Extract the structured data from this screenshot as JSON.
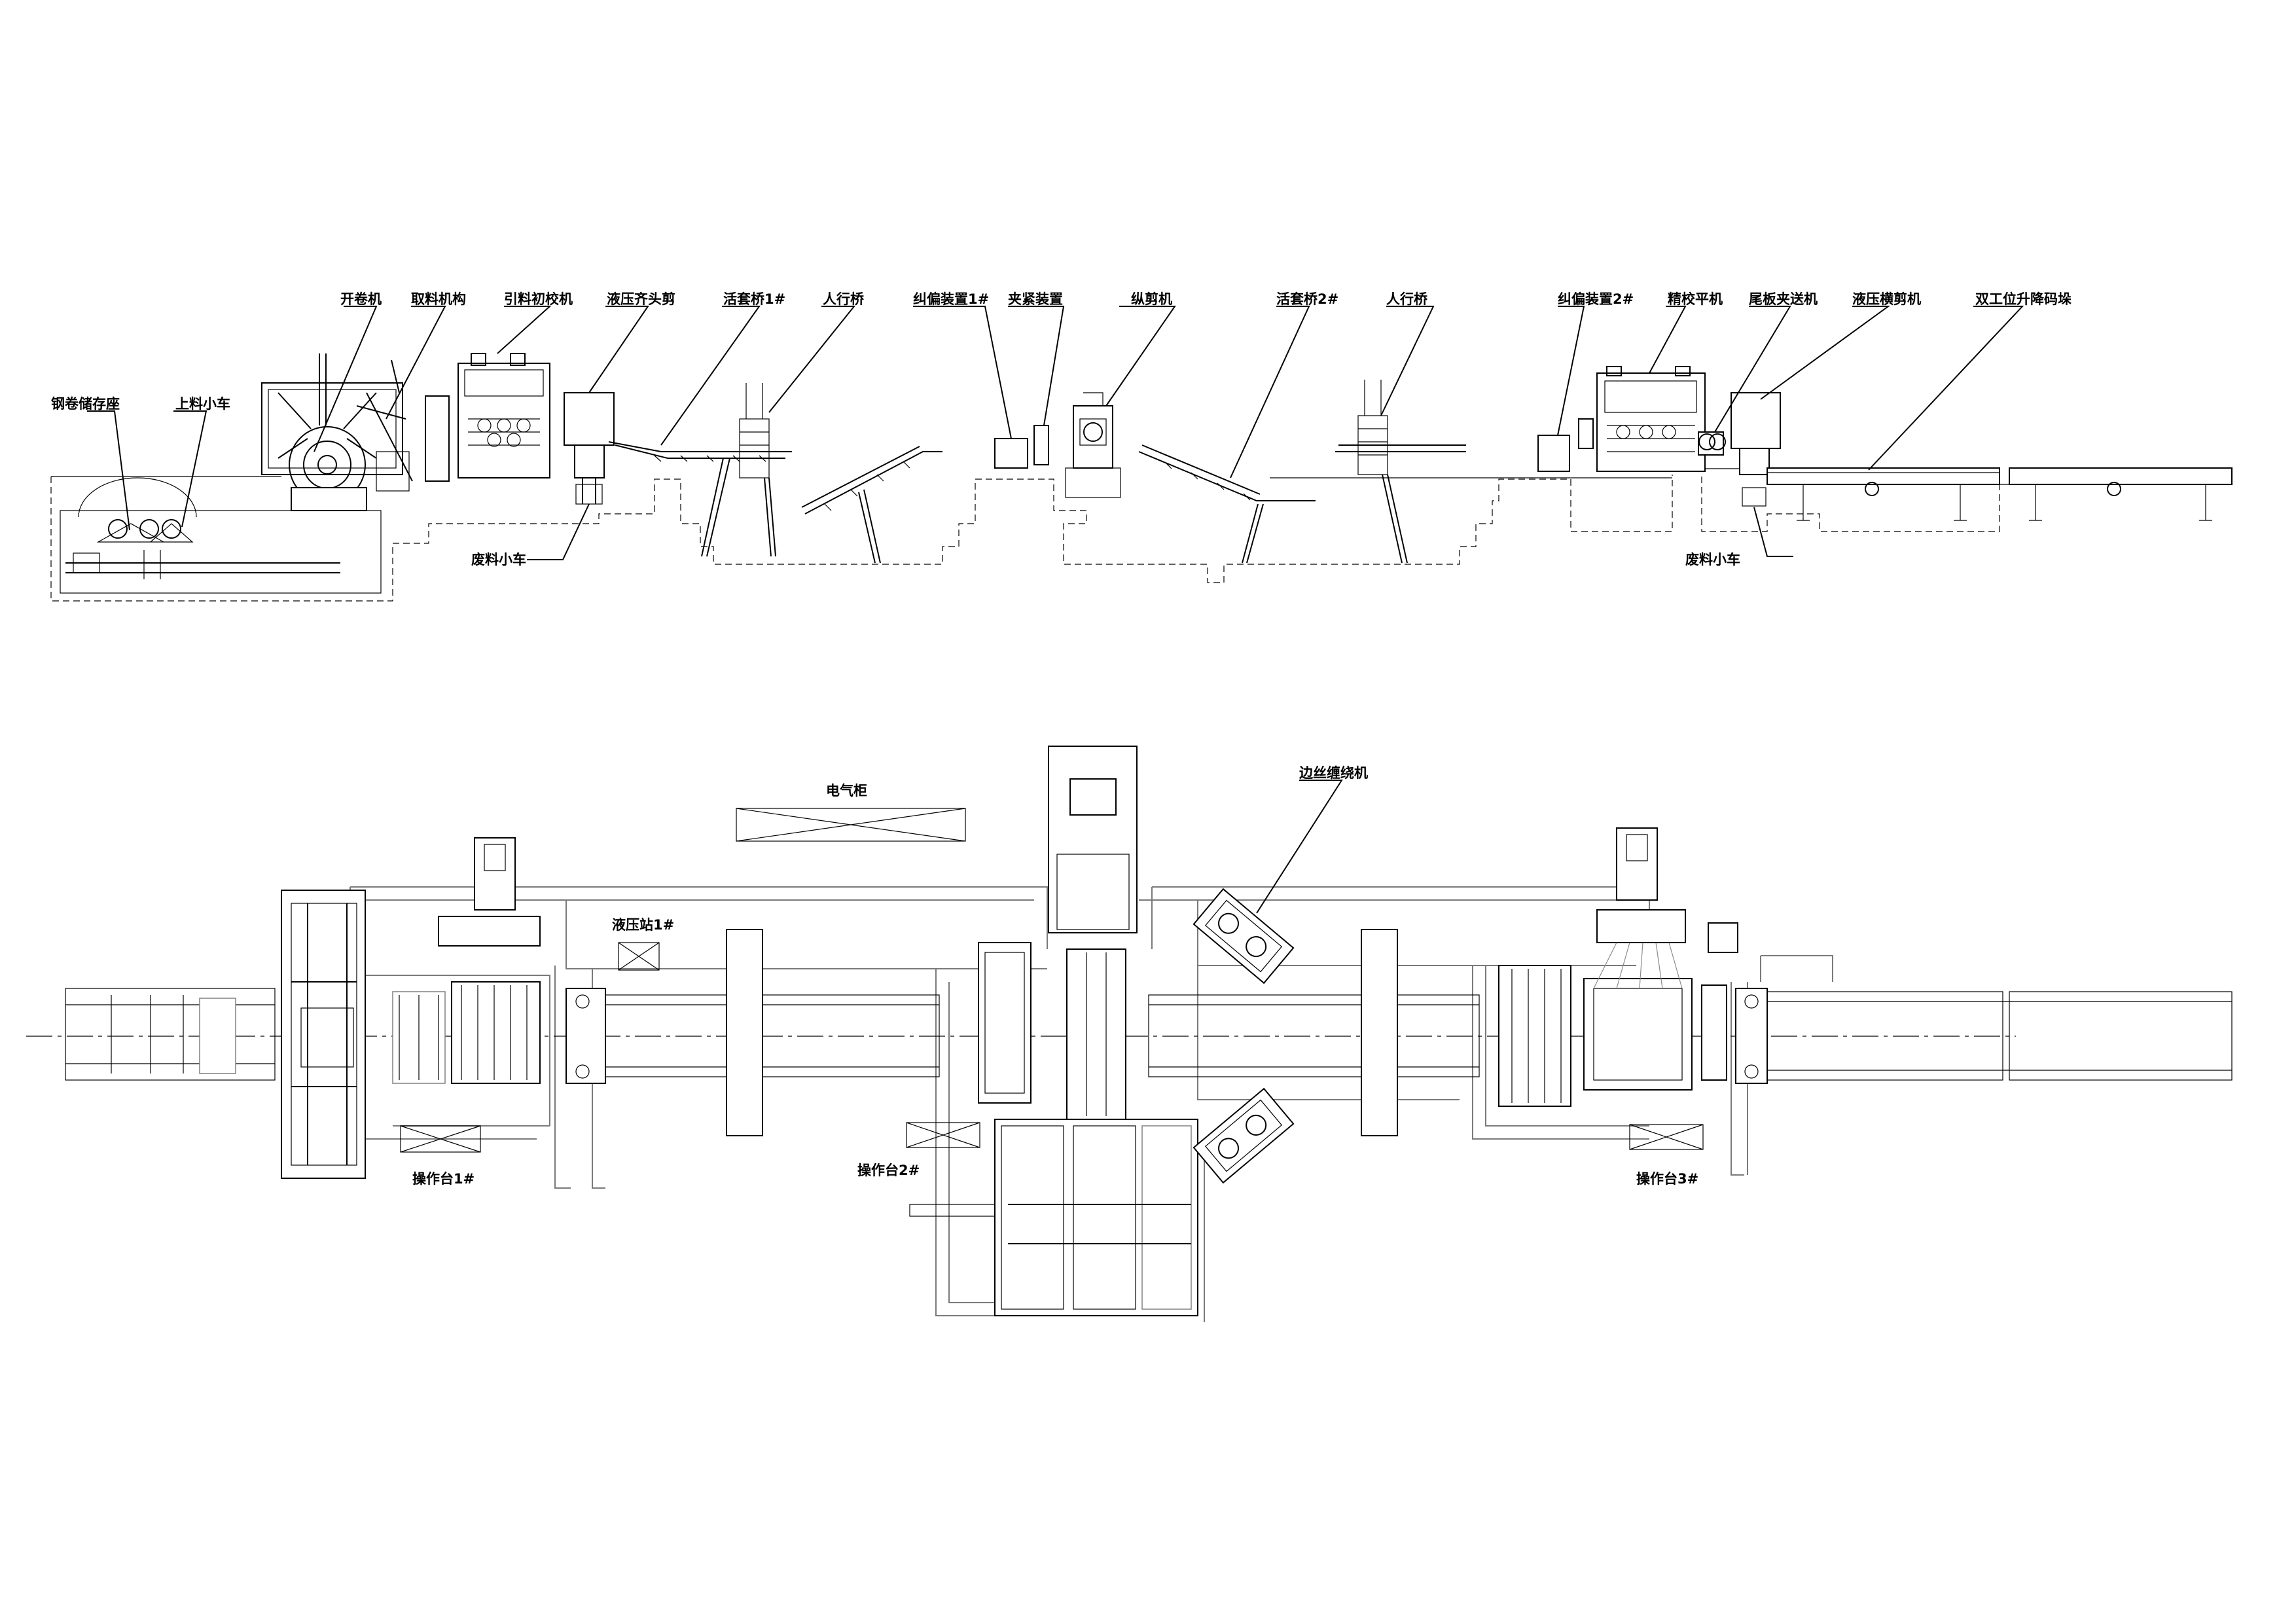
{
  "elevation_labels": {
    "coil_storage": "钢卷储存座",
    "loading_car": "上料小车",
    "uncoiler": "开卷机",
    "feeding_mechanism": "取料机构",
    "pinch_leveler": "引料初校机",
    "hydraulic_head_shear": "液压齐头剪",
    "loop_bridge_1": "活套桥1#",
    "walkway_bridge_1": "人行桥",
    "edge_guide_1": "纠偏装置1#",
    "clamping_device": "夹紧装置",
    "slitter": "纵剪机",
    "loop_bridge_2": "活套桥2#",
    "walkway_bridge_2": "人行桥",
    "edge_guide_2": "纠偏装置2#",
    "finish_leveler": "精校平机",
    "tail_pinch_roll": "尾板夹送机",
    "hydraulic_cross_shear": "液压横剪机",
    "double_stacker": "双工位升降码垛",
    "scrap_car_1": "废料小车",
    "scrap_car_2": "废料小车"
  },
  "plan_labels": {
    "electric_cabinet": "电气柜",
    "scrap_winder": "边丝缠绕机",
    "hydraulic_station": "液压站1#",
    "console_1": "操作台1#",
    "console_2": "操作台2#",
    "console_3": "操作台3#"
  }
}
